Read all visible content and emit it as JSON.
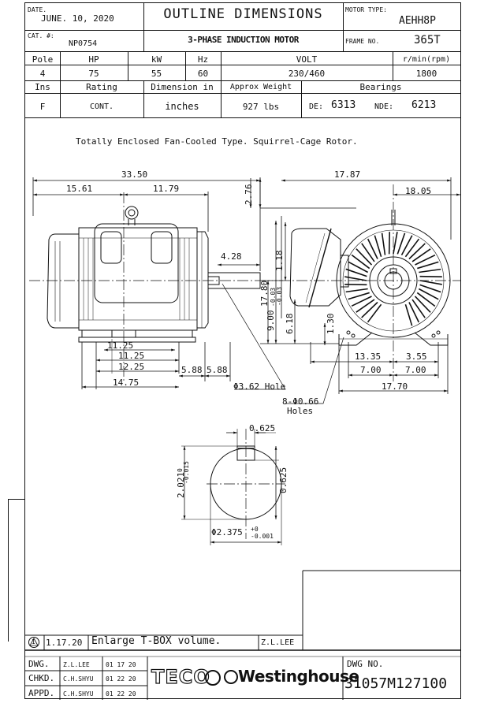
{
  "header": {
    "date_label": "DATE.",
    "date_value": "JUNE. 10, 2020",
    "cat_label": "CAT. #:",
    "cat_value": "NP0754",
    "title": "OUTLINE DIMENSIONS",
    "subtitle": "3-PHASE INDUCTION MOTOR",
    "motor_type_label": "MOTOR TYPE:",
    "motor_type_value": "AEHH8P",
    "frame_label": "FRAME NO.",
    "frame_value": "365T"
  },
  "specs": {
    "row1_headers": [
      "Pole",
      "HP",
      "kW",
      "Hz",
      "VOLT",
      "r/min(rpm)"
    ],
    "row1_values": [
      "4",
      "75",
      "55",
      "60",
      "230/460",
      "1800"
    ],
    "row2_headers": [
      "Ins",
      "Rating",
      "Dimension in",
      "Approx Weight",
      "Bearings"
    ],
    "row2_values": [
      "F",
      "CONT.",
      "inches",
      "927 lbs"
    ],
    "bearing_de_label": "DE:",
    "bearing_de_value": "6313",
    "bearing_nde_label": "NDE:",
    "bearing_nde_value": "6213"
  },
  "description": "Totally Enclosed Fan-Cooled Type. Squirrel-Cage Rotor.",
  "dimensions": {
    "overall_length": "33.50",
    "d_15_61": "15.61",
    "d_11_79": "11.79",
    "d_2_76": "2.76",
    "d_4_28": "4.28",
    "d_1_18": "1.18",
    "d_17_80": "17.80",
    "d_17_80_tol": "-0.03",
    "d_9_00": "9.00",
    "d_9_00_tol": "-0.03",
    "d_6_18": "6.18",
    "d_1_30": "1.30",
    "d_11_25_a": "11.25",
    "d_11_25_b": "11.25",
    "d_12_25": "12.25",
    "d_14_75": "14.75",
    "d_5_88_a": "5.88",
    "d_5_88_b": "5.88",
    "hole_label": "Φ3.62 Hole",
    "d_17_87": "17.87",
    "d_18_05": "18.05",
    "d_13_35": "13.35",
    "d_3_55": "3.55",
    "d_7_00_a": "7.00",
    "d_7_00_b": "7.00",
    "d_17_70": "17.70",
    "holes_label": "8-Φ0.66",
    "holes_word": "Holes",
    "key_width": "0.625",
    "key_height": "0.625",
    "shaft_2_021": "2.021",
    "shaft_2_021_tol_top": "0",
    "shaft_2_021_tol_bot": "-0.015",
    "shaft_dia": "Φ2.375",
    "shaft_dia_tol_top": "+0",
    "shaft_dia_tol_bot": "-0.001"
  },
  "revision": {
    "mark": "1",
    "date": "1.17.20",
    "text": "Enlarge T-BOX volume.",
    "by": "Z.L.LEE"
  },
  "signoff": [
    {
      "label": "DWG.",
      "name": "Z.L.LEE",
      "date": "01 17 20"
    },
    {
      "label": "CHKD.",
      "name": "C.H.SHYU",
      "date": "01 22 20"
    },
    {
      "label": "APPD.",
      "name": "C.H.SHYU",
      "date": "01 22 20"
    }
  ],
  "logo": {
    "teco": "TECO",
    "westinghouse": "Westinghouse"
  },
  "dwg_no_label": "DWG NO.",
  "dwg_no_value": "31057M127100",
  "colors": {
    "ink": "#111111",
    "paper": "#ffffff"
  }
}
